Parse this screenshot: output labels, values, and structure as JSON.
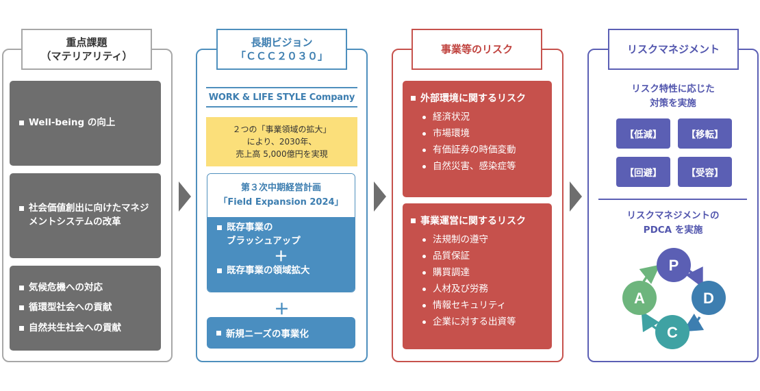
{
  "col1": {
    "title_line1": "重点課題",
    "title_line2": "（マテリアリティ）",
    "box1": [
      "Well-being の向上"
    ],
    "box2": [
      "社会価値創出に向けたマネジメントシステムの改革"
    ],
    "box3": [
      "気候危機への対応",
      "循環型社会への貢献",
      "自然共生社会への貢献"
    ]
  },
  "col2": {
    "title_line1": "長期ビジョン",
    "title_line2": "「ＣＣＣ２０３０」",
    "company": "WORK & LIFE STYLE Company",
    "goal_line1": "２つの「事業領域の拡大」",
    "goal_line2": "により、2030年、",
    "goal_line3": "売上高 5,000億円を実現",
    "plan_line1": "第３次中期経営計画",
    "plan_line2": "「Field Expansion 2024」",
    "plan_item1_a": "既存事業の",
    "plan_item1_b": "ブラッシュアップ",
    "plus": "＋",
    "plan_item2": "既存事業の領域拡大",
    "new_business": "新規ニーズの事業化"
  },
  "col3": {
    "title": "事業等のリスク",
    "external": {
      "heading": "外部環境に関するリスク",
      "items": [
        "経済状況",
        "市場環境",
        "有価証券の時価変動",
        "自然災害、感染症等"
      ]
    },
    "operation": {
      "heading": "事業運営に関するリスク",
      "items": [
        "法規制の遵守",
        "品質保証",
        "購買調達",
        "人材及び労務",
        "情報セキュリティ",
        "企業に対する出資等"
      ]
    }
  },
  "col4": {
    "title": "リスクマネジメント",
    "sub1_line1": "リスク特性に応じた",
    "sub1_line2": "対策を実施",
    "tags": [
      "【低減】",
      "【移転】",
      "【回避】",
      "【受容】"
    ],
    "sub2_line1": "リスクマネジメントの",
    "sub2_line2": "PDCA を実施",
    "pdca": [
      "P",
      "D",
      "C",
      "A"
    ]
  },
  "colors": {
    "gray": "#6e6e6e",
    "blue": "#4a8ec0",
    "yellow": "#fbdf7a",
    "red": "#c6514c",
    "purple": "#5b5fb4",
    "pdca_p": "#5b5fb4",
    "pdca_d": "#3d7eb0",
    "pdca_c": "#3fa2a3",
    "pdca_a": "#6db57d"
  }
}
